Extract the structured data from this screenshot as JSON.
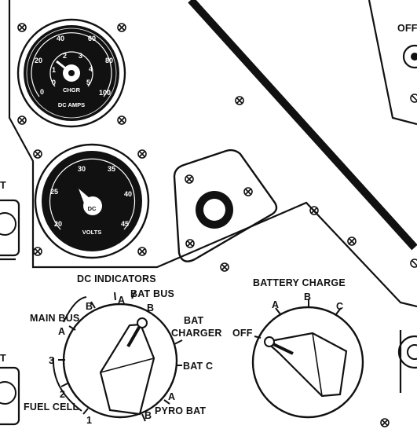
{
  "colors": {
    "ink": "#111111",
    "paper": "#ffffff"
  },
  "ammeter": {
    "outer_scale": [
      "0",
      "20",
      "40",
      "60",
      "80",
      "100"
    ],
    "inner_scale": [
      "0",
      "1",
      "2",
      "3",
      "4",
      "5"
    ],
    "upper_label": "CHGR",
    "lower_label": "DC AMPS"
  },
  "voltmeter": {
    "scale": [
      "20",
      "25",
      "30",
      "35",
      "40",
      "45"
    ],
    "upper_label": "DC",
    "lower_label": "VOLTS"
  },
  "dc_indicators": {
    "title": "DC INDICATORS",
    "positions": {
      "bat_bus": "BAT BUS",
      "bat_bus_a": "A",
      "bat_bus_b": "B",
      "main_bus": "MAIN BUS",
      "main_bus_a": "A",
      "main_bus_b": "B",
      "bat_charger_1": "BAT",
      "bat_charger_2": "CHARGER",
      "bat_c": "BAT C",
      "pyro_bat": "PYRO BAT",
      "pyro_a": "A",
      "pyro_b": "B",
      "fuel_cell": "FUEL CELL",
      "fc_1": "1",
      "fc_2": "2",
      "fc_3": "3"
    }
  },
  "battery_charge": {
    "title": "BATTERY CHARGE",
    "off": "OFF",
    "a": "A",
    "b": "B",
    "c": "C"
  },
  "edge_fragments": {
    "top_right": "OFF",
    "left_upper": "T",
    "left_lower": "T"
  }
}
